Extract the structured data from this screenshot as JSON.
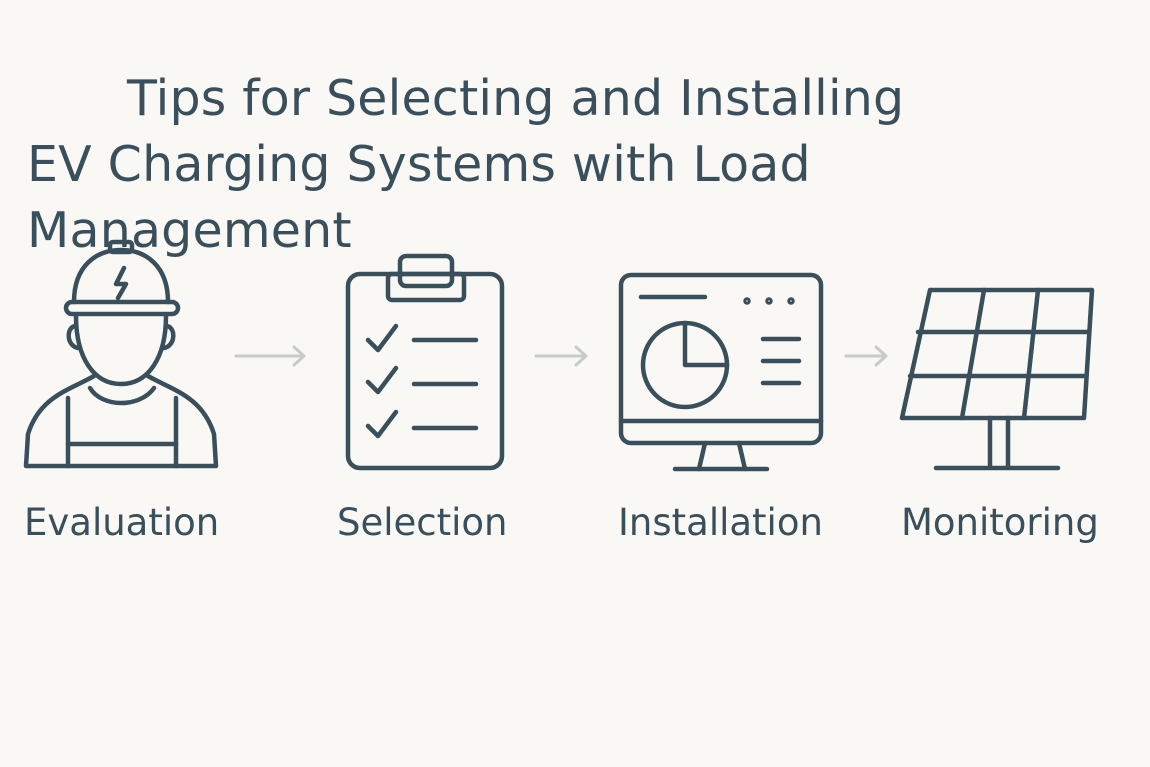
{
  "title": {
    "line1": "Tips for Selecting and Installing",
    "line2": "EV Charging Systems with Load Management"
  },
  "colors": {
    "stroke": "#3a4f5c",
    "arrow": "#c7cbc9",
    "background": "#faf8f4"
  },
  "steps": [
    {
      "label": "Evaluation",
      "icon": "worker-helmet-icon"
    },
    {
      "label": "Selection",
      "icon": "clipboard-checklist-icon"
    },
    {
      "label": "Installation",
      "icon": "monitor-pie-chart-icon"
    },
    {
      "label": "Monitoring",
      "icon": "solar-panel-icon"
    }
  ]
}
